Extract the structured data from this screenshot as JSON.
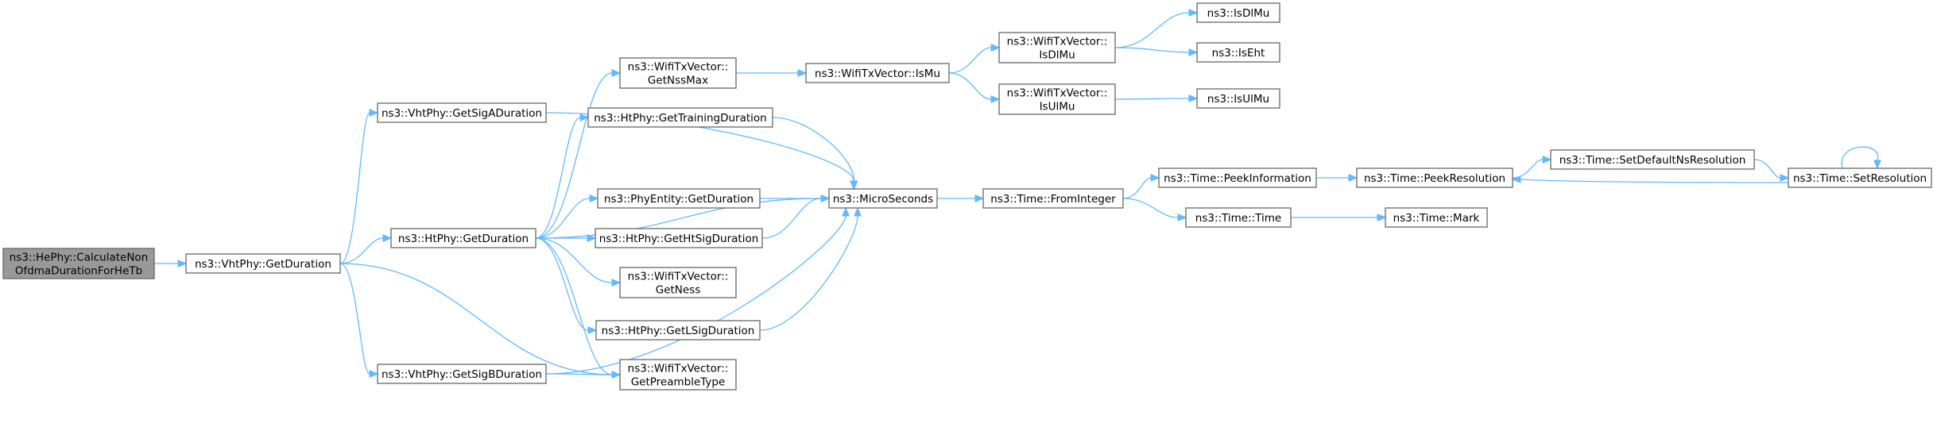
{
  "nodes": [
    {
      "id": "root",
      "lines": [
        "ns3::HePhy::CalculateNon",
        "OfdmaDurationForHeTb"
      ]
    },
    {
      "id": "vht_getduration",
      "lines": [
        "ns3::VhtPhy::GetDuration"
      ]
    },
    {
      "id": "vht_getsigaduration",
      "lines": [
        "ns3::VhtPhy::GetSigADuration"
      ]
    },
    {
      "id": "ht_getduration",
      "lines": [
        "ns3::HtPhy::GetDuration"
      ]
    },
    {
      "id": "vht_getsigbduration",
      "lines": [
        "ns3::VhtPhy::GetSigBDuration"
      ]
    },
    {
      "id": "wtv_getnssmax",
      "lines": [
        "ns3::WifiTxVector::",
        "GetNssMax"
      ]
    },
    {
      "id": "ht_gettrainingduration",
      "lines": [
        "ns3::HtPhy::GetTrainingDuration"
      ]
    },
    {
      "id": "phyentity_getduration",
      "lines": [
        "ns3::PhyEntity::GetDuration"
      ]
    },
    {
      "id": "ht_gethtsigduration",
      "lines": [
        "ns3::HtPhy::GetHtSigDuration"
      ]
    },
    {
      "id": "wtv_getness",
      "lines": [
        "ns3::WifiTxVector::",
        "GetNess"
      ]
    },
    {
      "id": "ht_getlsigduration",
      "lines": [
        "ns3::HtPhy::GetLSigDuration"
      ]
    },
    {
      "id": "wtv_getpreambletype",
      "lines": [
        "ns3::WifiTxVector::",
        "GetPreambleType"
      ]
    },
    {
      "id": "wtv_ismu",
      "lines": [
        "ns3::WifiTxVector::IsMu"
      ]
    },
    {
      "id": "microseconds",
      "lines": [
        "ns3::MicroSeconds"
      ]
    },
    {
      "id": "wtv_isdlmu",
      "lines": [
        "ns3::WifiTxVector::",
        "IsDlMu"
      ]
    },
    {
      "id": "wtv_isulmu",
      "lines": [
        "ns3::WifiTxVector::",
        "IsUlMu"
      ]
    },
    {
      "id": "time_frominteger",
      "lines": [
        "ns3::Time::FromInteger"
      ]
    },
    {
      "id": "isdlmu",
      "lines": [
        "ns3::IsDlMu"
      ]
    },
    {
      "id": "iseht",
      "lines": [
        "ns3::IsEht"
      ]
    },
    {
      "id": "isulmu",
      "lines": [
        "ns3::IsUlMu"
      ]
    },
    {
      "id": "time_peekinformation",
      "lines": [
        "ns3::Time::PeekInformation"
      ]
    },
    {
      "id": "time_time",
      "lines": [
        "ns3::Time::Time"
      ]
    },
    {
      "id": "time_peekresolution",
      "lines": [
        "ns3::Time::PeekResolution"
      ]
    },
    {
      "id": "time_mark",
      "lines": [
        "ns3::Time::Mark"
      ]
    },
    {
      "id": "time_setdefaultnsresolution",
      "lines": [
        "ns3::Time::SetDefaultNsResolution"
      ]
    },
    {
      "id": "time_setresolution",
      "lines": [
        "ns3::Time::SetResolution"
      ]
    }
  ],
  "edges": [
    [
      "root",
      "vht_getduration"
    ],
    [
      "vht_getduration",
      "vht_getsigaduration"
    ],
    [
      "vht_getduration",
      "ht_getduration"
    ],
    [
      "vht_getduration",
      "vht_getsigbduration"
    ],
    [
      "vht_getduration",
      "wtv_getpreambletype"
    ],
    [
      "vht_getsigaduration",
      "microseconds"
    ],
    [
      "ht_getduration",
      "wtv_getnssmax"
    ],
    [
      "ht_getduration",
      "ht_gettrainingduration"
    ],
    [
      "ht_getduration",
      "microseconds"
    ],
    [
      "ht_getduration",
      "phyentity_getduration"
    ],
    [
      "ht_getduration",
      "ht_gethtsigduration"
    ],
    [
      "ht_getduration",
      "wtv_getness"
    ],
    [
      "ht_getduration",
      "ht_getlsigduration"
    ],
    [
      "ht_getduration",
      "wtv_getpreambletype"
    ],
    [
      "vht_getsigbduration",
      "wtv_getpreambletype"
    ],
    [
      "vht_getsigbduration",
      "microseconds"
    ],
    [
      "wtv_getnssmax",
      "wtv_ismu"
    ],
    [
      "ht_gettrainingduration",
      "microseconds"
    ],
    [
      "phyentity_getduration",
      "microseconds"
    ],
    [
      "ht_gethtsigduration",
      "microseconds"
    ],
    [
      "ht_getlsigduration",
      "microseconds"
    ],
    [
      "wtv_ismu",
      "wtv_isdlmu"
    ],
    [
      "wtv_ismu",
      "wtv_isulmu"
    ],
    [
      "wtv_isdlmu",
      "isdlmu"
    ],
    [
      "wtv_isdlmu",
      "iseht"
    ],
    [
      "wtv_isulmu",
      "isulmu"
    ],
    [
      "microseconds",
      "time_frominteger"
    ],
    [
      "time_frominteger",
      "time_peekinformation"
    ],
    [
      "time_frominteger",
      "time_time"
    ],
    [
      "time_peekinformation",
      "time_peekresolution"
    ],
    [
      "time_time",
      "time_mark"
    ],
    [
      "time_peekresolution",
      "time_setdefaultnsresolution"
    ],
    [
      "time_setdefaultnsresolution",
      "time_setresolution"
    ],
    [
      "time_setresolution",
      "time_peekresolution"
    ],
    [
      "time_setresolution",
      "time_setresolution"
    ]
  ],
  "colors": {
    "edge": "#63b8ff",
    "node_border": "#666666",
    "root_fill": "#999999"
  }
}
